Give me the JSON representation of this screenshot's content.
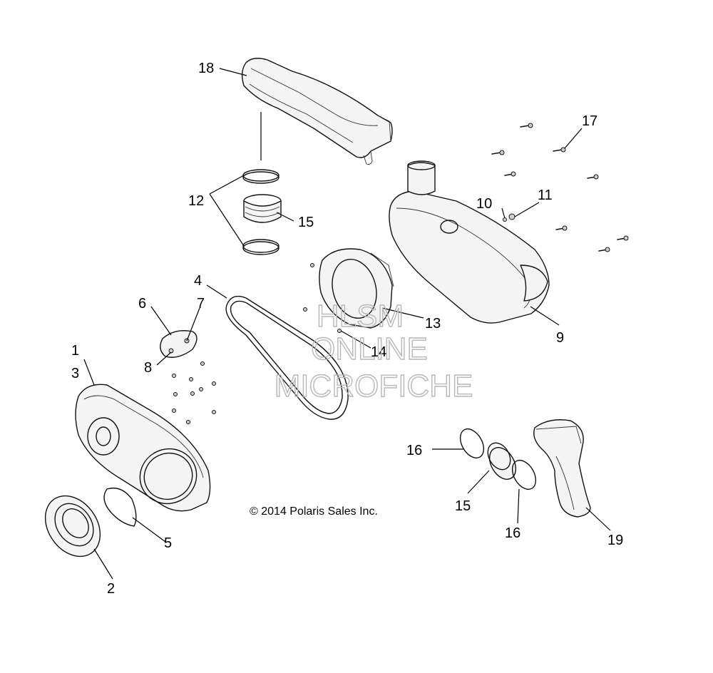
{
  "labels": {
    "l1": "1",
    "l2": "2",
    "l3": "3",
    "l4": "4",
    "l5": "5",
    "l6": "6",
    "l7": "7",
    "l8": "8",
    "l9": "9",
    "l10": "10",
    "l11": "11",
    "l12": "12",
    "l13": "13",
    "l14": "14",
    "l15a": "15",
    "l15b": "15",
    "l16a": "16",
    "l16b": "16",
    "l17": "17",
    "l18": "18",
    "l19": "19"
  },
  "watermark": {
    "line1": "HLSM",
    "line2": "ONLINE",
    "line3": "MICROFICHE"
  },
  "copyright": "© 2014 Polaris Sales Inc."
}
